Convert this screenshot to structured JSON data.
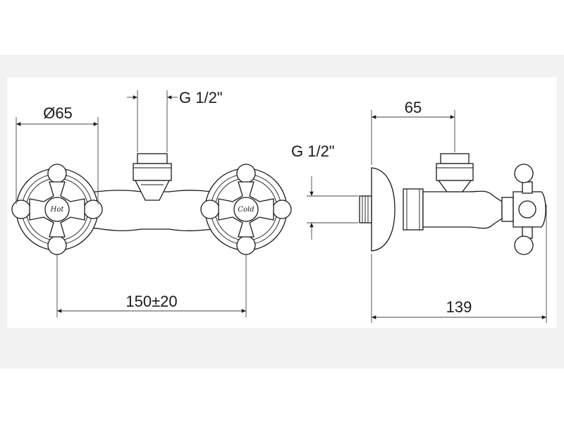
{
  "labels": {
    "front_diameter": "Ø65",
    "front_thread": "G 1/2\"",
    "front_spacing": "150±20",
    "side_depth": "65",
    "side_thread": "G 1/2\"",
    "side_overall": "139"
  },
  "handles": {
    "hot": "Hot",
    "cold": "Cold"
  },
  "colors": {
    "line": "#1a1a1a",
    "panel": "#f2f2f2"
  }
}
